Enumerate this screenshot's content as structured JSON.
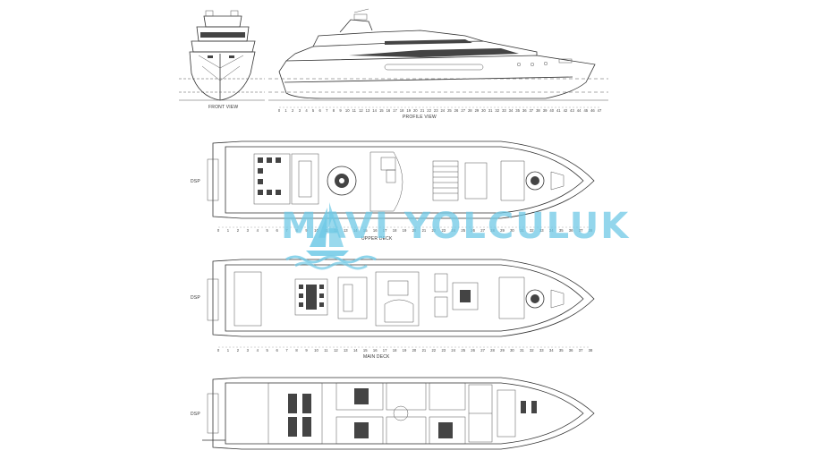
{
  "labels": {
    "front_view": "FRONT VIEW",
    "profile_view": "PROFILE VIEW",
    "upper_deck": "UPPER DECK",
    "main_deck": "MAIN DECK"
  },
  "watermark": {
    "brand": "MAVI YOLCULUK",
    "color": "#6fc9e6"
  },
  "ruler": {
    "start": 0,
    "end": 38,
    "profile_end": 47
  },
  "colors": {
    "line": "#333333",
    "background": "#ffffff"
  }
}
